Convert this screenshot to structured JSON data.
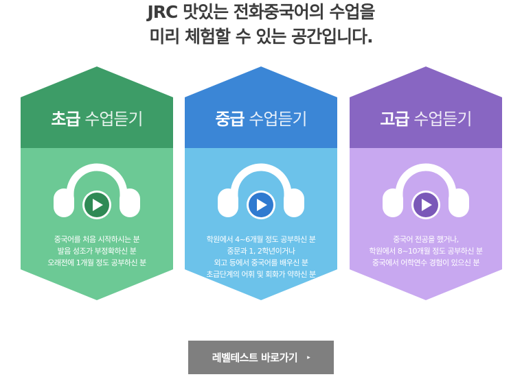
{
  "headline": {
    "line1": "JRC 맛있는 전화중국어의 수업을",
    "line2": "미리 체험할 수 있는 공간입니다."
  },
  "cards": [
    {
      "title_level": "초급",
      "title_action": "수업듣기",
      "top_color": "#3d9c67",
      "bottom_color": "#6cc995",
      "play_color": "#2f8a55",
      "description": [
        "중국어를 처음 시작하시는 분",
        "발음 성조가 부정확하신 분",
        "오래전에 1개월 정도 공부하신 분"
      ]
    },
    {
      "title_level": "중급",
      "title_action": "수업듣기",
      "top_color": "#3b86d6",
      "bottom_color": "#6cc2ea",
      "play_color": "#2f7ad0",
      "description": [
        "학원에서 4~6개월 정도 공부하신 분",
        "중문과 1, 2학년이거나",
        "외고 등에서 중국어를 배우신 분",
        "초급단계의 어휘 및 회화가 약하신 분"
      ]
    },
    {
      "title_level": "고급",
      "title_action": "수업듣기",
      "top_color": "#8866c2",
      "bottom_color": "#c8a8f0",
      "play_color": "#7a58b8",
      "description": [
        "중국어 전공을 했거나,",
        "학원에서 8~10개월 정도 공부하신 분",
        "중국에서 어학연수 경험이 있으신 분"
      ]
    }
  ],
  "icons": {
    "headphones": "headphones-icon",
    "play": "play-icon",
    "arrow": "arrow-right-icon"
  },
  "level_button": {
    "label": "레벨테스트 바로가기",
    "arrow": "▸",
    "color": "#7f7f7f"
  }
}
